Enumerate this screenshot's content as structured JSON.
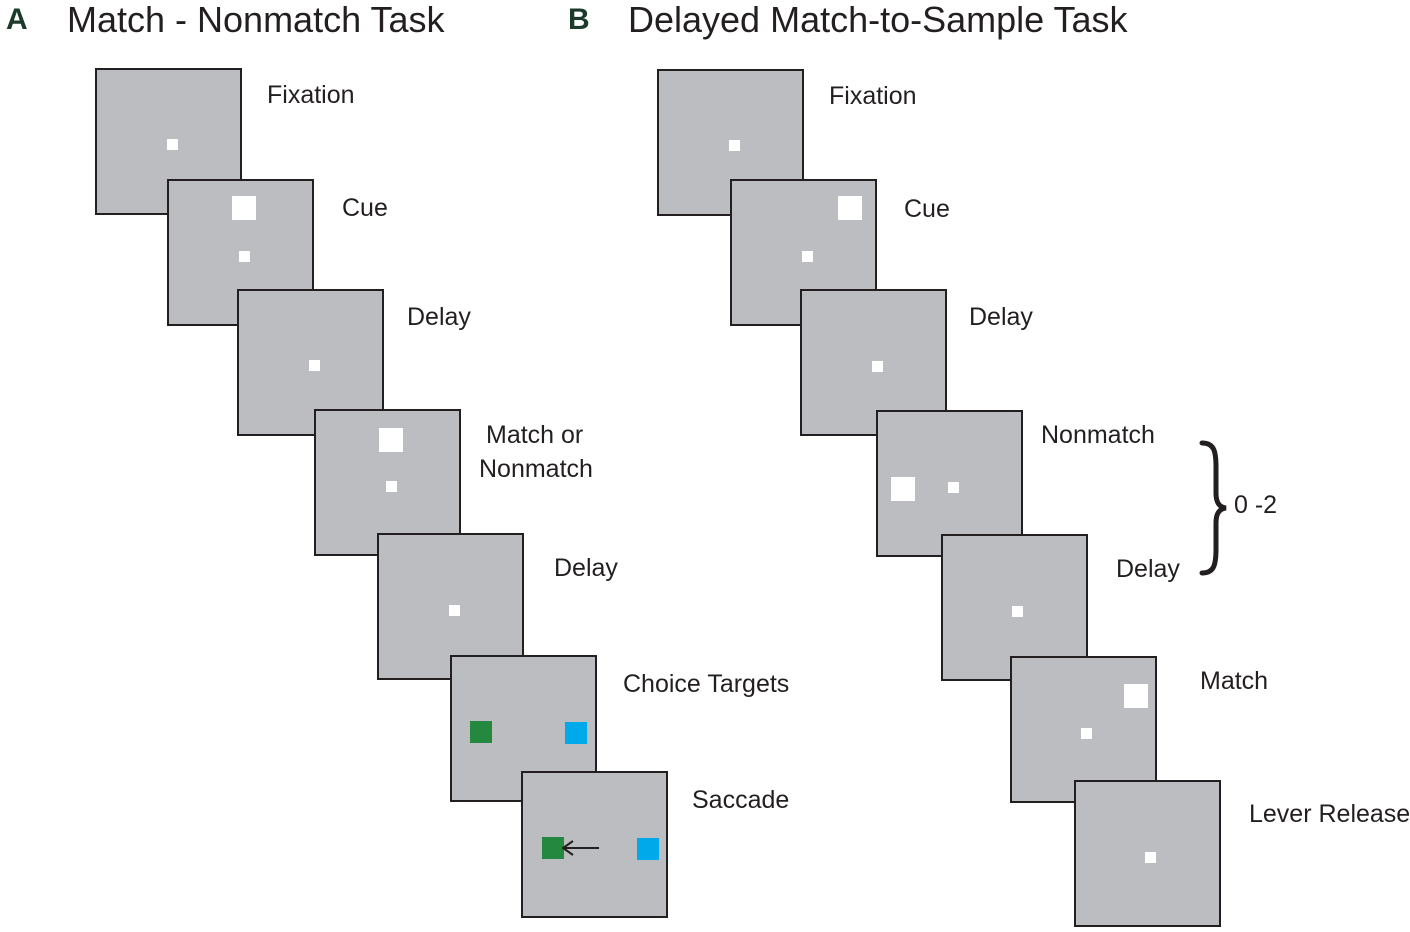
{
  "panel_a": {
    "letter": "A",
    "title": "Match - Nonmatch Task",
    "steps": {
      "fixation": "Fixation",
      "cue": "Cue",
      "delay1": "Delay",
      "match_line1": "Match or",
      "match_line2": "Nonmatch",
      "delay2": "Delay",
      "choice": "Choice Targets",
      "saccade": "Saccade"
    }
  },
  "panel_b": {
    "letter": "B",
    "title": "Delayed Match-to-Sample Task",
    "steps": {
      "fixation": "Fixation",
      "cue": "Cue",
      "delay1": "Delay",
      "nonmatch": "Nonmatch",
      "delay2": "Delay",
      "match": "Match",
      "lever": "Lever Release"
    },
    "repeat_label": "0 -2"
  },
  "colors": {
    "screen_gray": "#bcbdc0",
    "border": "#231f20",
    "fixation_white": "#ffffff",
    "choice_green": "#24883e",
    "choice_blue": "#00a9e9"
  }
}
